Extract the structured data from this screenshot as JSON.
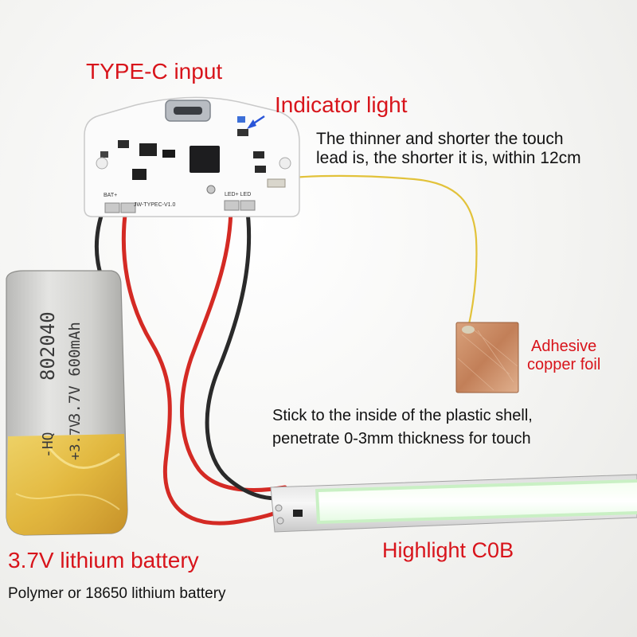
{
  "labels": {
    "type_c_input": "TYPE-C input",
    "indicator_light": "Indicator light",
    "touch_lead_line1": "The thinner and shorter the touch",
    "touch_lead_line2": "lead is, the shorter it is, within 12cm",
    "copper_line1": "Adhesive",
    "copper_line2": "copper foil",
    "stick_line1": "Stick to the inside of the plastic shell,",
    "stick_line2": "penetrate 0-3mm thickness for touch",
    "highlight_cob": "Highlight C0B",
    "battery_title": "3.7V lithium battery",
    "battery_subtitle": "Polymer or 18650 lithium battery"
  },
  "board": {
    "model": "JW-TYPEC-V1.0",
    "bat_pad": "BAT+",
    "led_pad": "LED+ LED"
  },
  "battery_print": {
    "model_code": "802040",
    "capacity": "3.7V 600mAh",
    "brand": "-HQ",
    "spec": "+3.7V"
  },
  "colors": {
    "annotation_red": "#d8141b",
    "annotation_black": "#111111",
    "wire_red": "#d42a24",
    "wire_black": "#2a2a2a",
    "wire_yellow": "#e2c23a",
    "copper": "#c98a62",
    "battery_wrap": "#e8c640"
  }
}
